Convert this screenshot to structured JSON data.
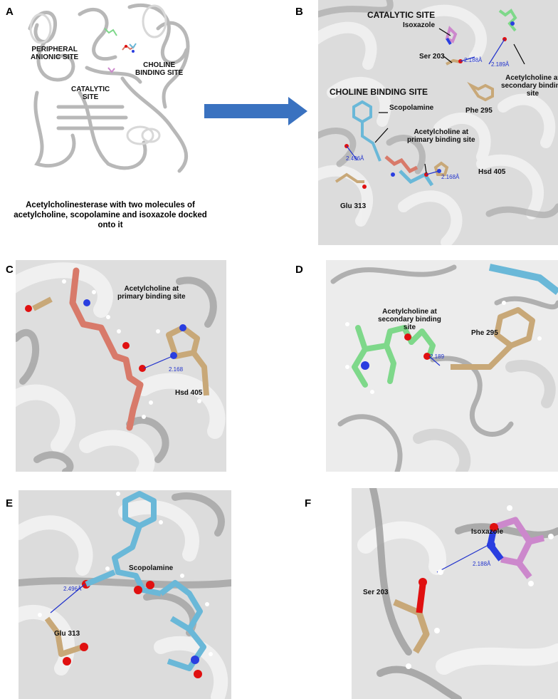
{
  "panels": {
    "a": {
      "letter": "A",
      "labels": {
        "peripheral_line1": "PERIPHERAL",
        "peripheral_line2": "ANIONIC SITE",
        "choline_line1": "CHOLINE",
        "choline_line2": "BINDING SITE",
        "catalytic_line1": "CATALYTIC",
        "catalytic_line2": "SITE"
      },
      "caption_line1": "Acetylcholinesterase with two molecules of",
      "caption_line2": "acetylcholine, scopolamine and isoxazole docked",
      "caption_line3": "onto it"
    },
    "b": {
      "letter": "B",
      "labels": {
        "catalytic_site": "CATALYTIC SITE",
        "isoxazole": "Isoxazole",
        "ser203": "Ser 203",
        "ach_secondary_line1": "Acetylcholine at",
        "ach_secondary_line2": "secondary binding",
        "ach_secondary_line3": "site",
        "choline_binding_site": "CHOLINE BINDING SITE",
        "scopolamine": "Scopolamine",
        "phe295": "Phe 295",
        "ach_primary_line1": "Acetylcholine at",
        "ach_primary_line2": "primary binding site",
        "hsd405": "Hsd 405",
        "glu313": "Glu 313"
      },
      "distances": {
        "d1": "2.188Å",
        "d2": "2.189Å",
        "d3": "2.496Å",
        "d4": "2.168Å"
      }
    },
    "c": {
      "letter": "C",
      "labels": {
        "ach_line1": "Acetylcholine at",
        "ach_line2": "primary binding site",
        "hsd405": "Hsd 405"
      },
      "distances": {
        "d1": "2.168"
      }
    },
    "d": {
      "letter": "D",
      "labels": {
        "ach_line1": "Acetylcholine at",
        "ach_line2": "secondary binding",
        "ach_line3": "site",
        "phe295": "Phe 295"
      },
      "distances": {
        "d1": "2.189"
      }
    },
    "e": {
      "letter": "E",
      "labels": {
        "scopolamine": "Scopolamine",
        "glu313": "Glu 313"
      },
      "distances": {
        "d1": "2.496Å"
      }
    },
    "f": {
      "letter": "F",
      "labels": {
        "isoxazole": "Isoxazole",
        "ser203": "Ser 203"
      },
      "distances": {
        "d1": "2.188Å"
      }
    }
  },
  "colors": {
    "ribbon": "#c8c8c8",
    "ribbon_dark": "#9a9a9a",
    "oxygen": "#e01010",
    "nitrogen": "#2a3ee0",
    "carbon_tan": "#c8a878",
    "carbon_salmon": "#d87a6a",
    "carbon_blue": "#6ab8d8",
    "carbon_green": "#7ed88a",
    "carbon_pink": "#cc88cc",
    "arrow_blue": "#3a72c0",
    "hbond": "#2233cc"
  }
}
